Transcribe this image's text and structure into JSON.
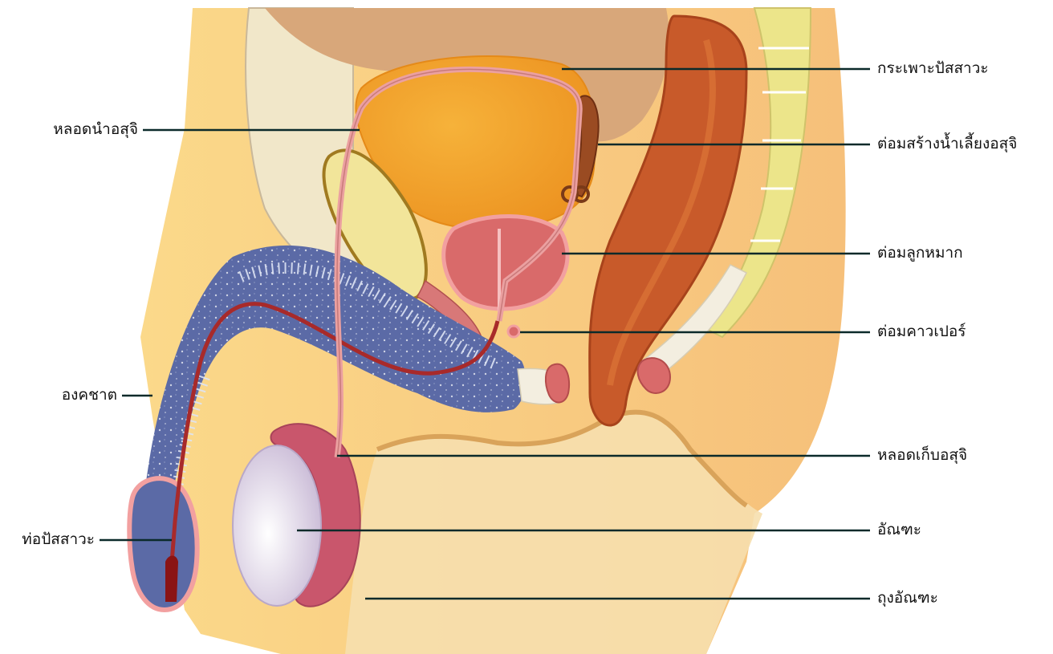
{
  "diagram": {
    "labels": {
      "bladder": "กระเพาะปัสสาวะ",
      "seminal_vesicle": "ต่อมสร้างน้ำเลี้ยงอสุจิ",
      "prostate": "ต่อมลูกหมาก",
      "cowper_gland": "ต่อมคาวเปอร์",
      "epididymis": "หลอดเก็บอสุจิ",
      "testis": "อัณฑะ",
      "scrotum": "ถุงอัณฑะ",
      "vas_deferens": "หลอดนำอสุจิ",
      "penis": "องคชาต",
      "urethra": "ท่อปัสสาวะ"
    },
    "colors": {
      "skin": "#fbd98a",
      "skin_shadow": "#f2c276",
      "bladder": "#f3a12f",
      "prostate": "#d96a6a",
      "erectile": "#5b6aa6",
      "rectum": "#c85a2a",
      "testis": "#e3d6ea",
      "epididymis": "#c9566c",
      "duct": "#eba0a0",
      "leader_line": "#0b2a2a"
    }
  }
}
